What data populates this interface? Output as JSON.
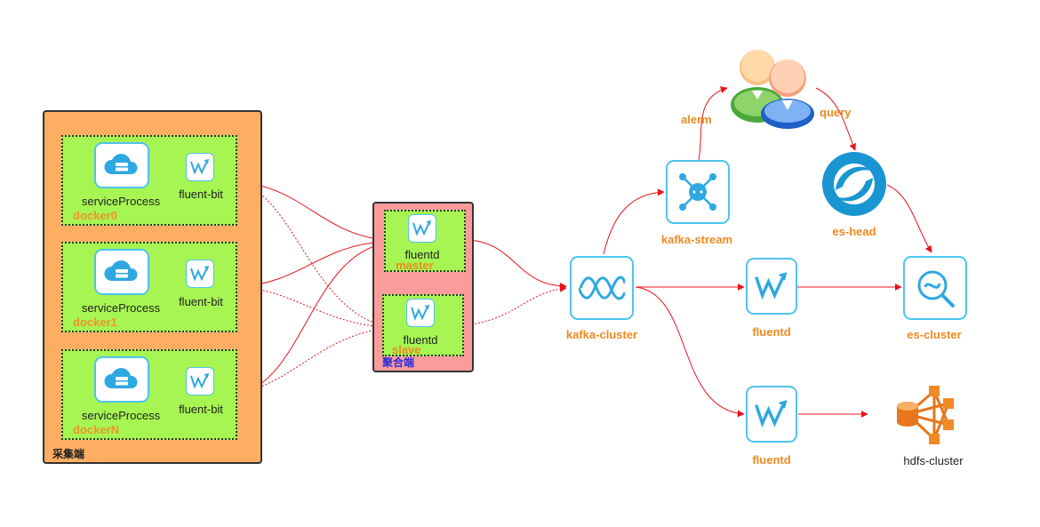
{
  "collector": {
    "label": "采集端",
    "dockers": [
      {
        "tag": "docker0",
        "service_label": "serviceProcess",
        "shipper_label": "fluent-bit"
      },
      {
        "tag": "docker1",
        "service_label": "serviceProcess",
        "shipper_label": "fluent-bit"
      },
      {
        "tag": "dockerN",
        "service_label": "serviceProcess",
        "shipper_label": "fluent-bit"
      }
    ]
  },
  "aggregator": {
    "label": "聚合端",
    "master": {
      "name": "fluentd",
      "role": "master"
    },
    "slave": {
      "name": "fluentd",
      "role": "slave"
    }
  },
  "pipeline": {
    "kafka_cluster": "kafka-cluster",
    "kafka_stream": "kafka-stream",
    "fluentd_es": "fluentd",
    "fluentd_hdfs": "fluentd",
    "es_cluster": "es-cluster",
    "es_head": "es-head",
    "hdfs_cluster": "hdfs-cluster"
  },
  "edges": {
    "alerm": "alerm",
    "query": "query"
  },
  "colors": {
    "collector_bg": "#fdae63",
    "container_bg": "#a6f552",
    "aggregator_bg": "#fc9b9b",
    "icon_blue": "#4fc3ee",
    "arrow_red": "#e8141b",
    "label_orange": "#ee8a1f"
  }
}
